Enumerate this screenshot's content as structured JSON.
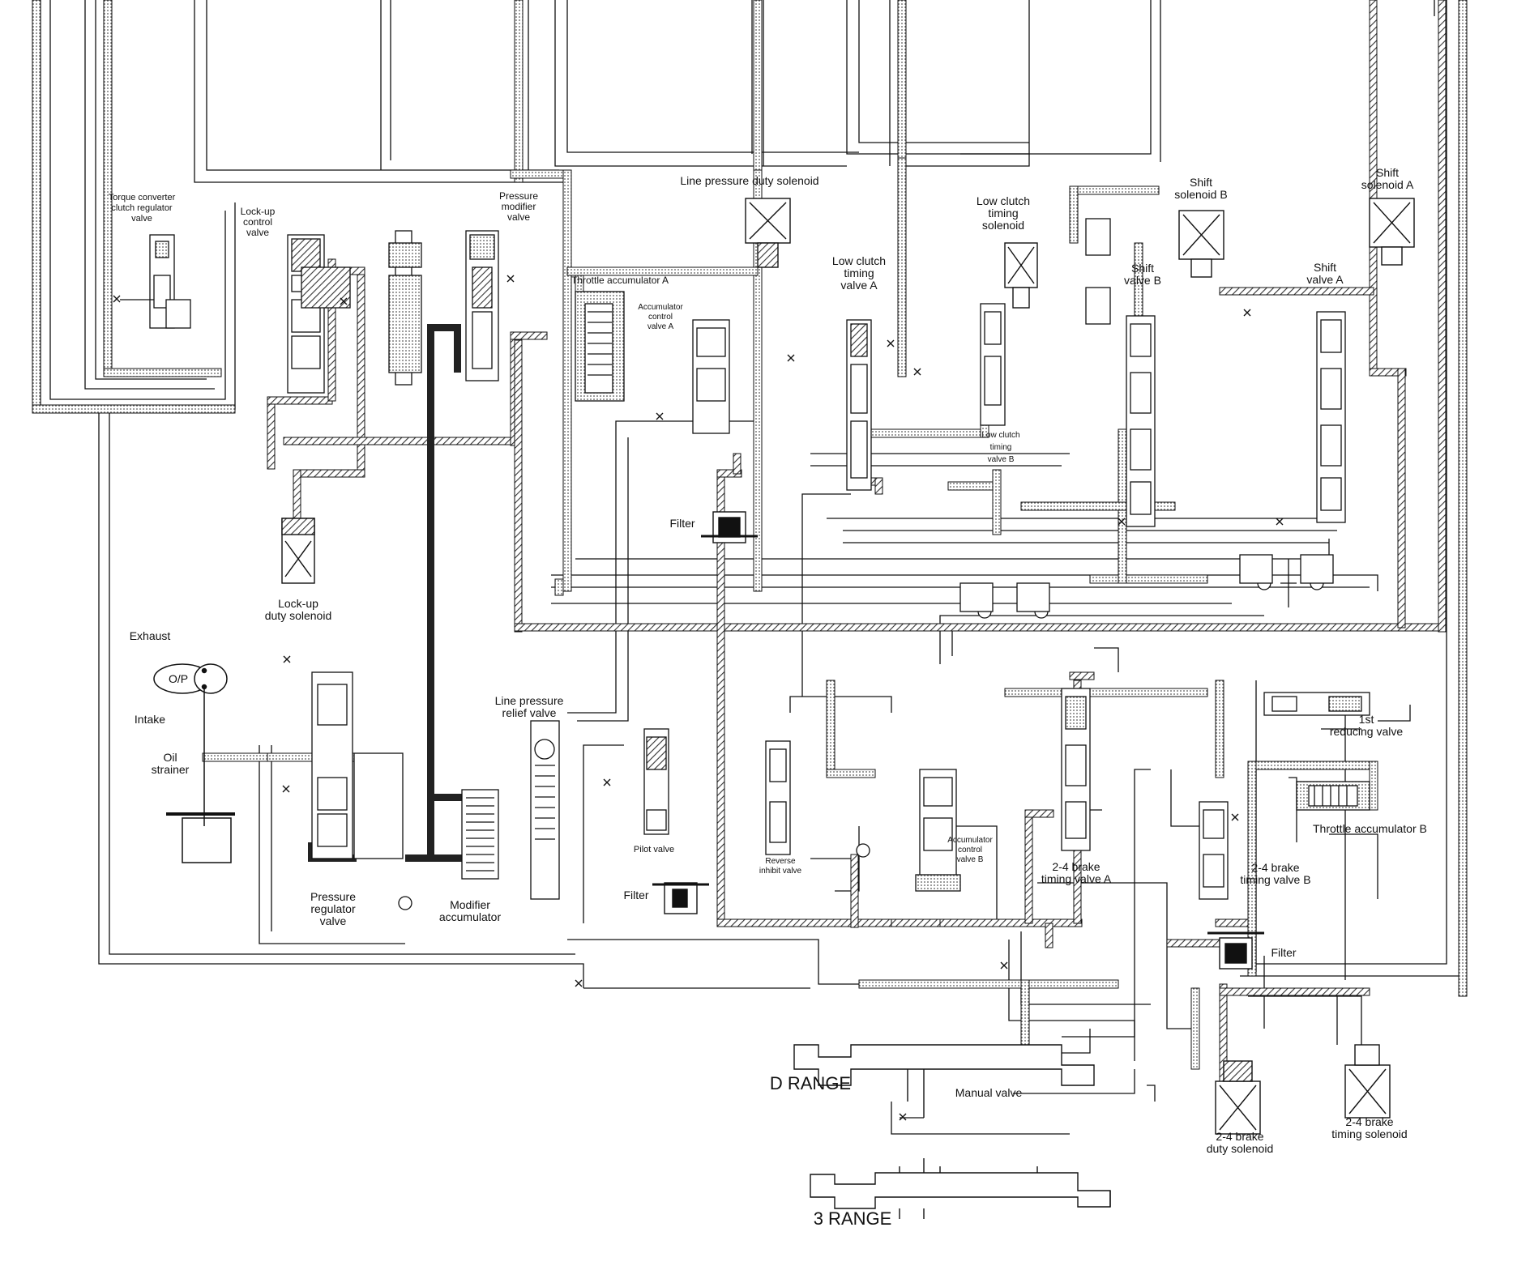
{
  "diagram": {
    "range_labels": {
      "d_range": "D RANGE",
      "three_range": "3 RANGE"
    },
    "oil_pump": {
      "pump": "O/P",
      "exhaust": "Exhaust",
      "intake": "Intake",
      "strainer": [
        "Oil",
        "strainer"
      ]
    },
    "labels": {
      "tcc_regulator": [
        "Torque converter",
        "clutch regulator",
        "valve"
      ],
      "lockup_control": [
        "Lock-up",
        "control",
        "valve"
      ],
      "pressure_modifier": [
        "Pressure",
        "modifier",
        "valve"
      ],
      "line_pressure_duty": "Line pressure duty solenoid",
      "throttle_acc_a": "Throttle accumulator A",
      "acc_control_a": [
        "Accumulator",
        "control",
        "valve A"
      ],
      "low_clutch_timing_a": [
        "Low clutch",
        "timing",
        "valve A"
      ],
      "low_clutch_timing_sol": [
        "Low clutch",
        "timing",
        "solenoid"
      ],
      "low_clutch_timing_b": [
        "Low clutch",
        "timing",
        "valve B"
      ],
      "shift_sol_b": [
        "Shift",
        "solenoid B"
      ],
      "shift_valve_b": [
        "Shift",
        "valve B"
      ],
      "shift_valve_a": [
        "Shift",
        "valve A"
      ],
      "shift_sol_a": [
        "Shift",
        "solenoid A"
      ],
      "filter_1": "Filter",
      "filter_2": "Filter",
      "filter_3": "Filter",
      "lockup_duty": [
        "Lock-up",
        "duty solenoid"
      ],
      "line_relief": [
        "Line pressure",
        "relief valve"
      ],
      "pilot_valve": "Pilot valve",
      "reverse_inhibit": [
        "Reverse",
        "inhibit valve"
      ],
      "pressure_regulator": [
        "Pressure",
        "regulator",
        "valve"
      ],
      "modifier_acc": [
        "Modifier",
        "accumulator"
      ],
      "acc_control_b": [
        "Accumulator",
        "control",
        "valve B"
      ],
      "brake_timing_a": [
        "2-4 brake",
        "timing valve A"
      ],
      "first_reducing": [
        "1st",
        "reducing valve"
      ],
      "throttle_acc_b": "Throttle accumulator B",
      "brake_timing_b": [
        "2-4 brake",
        "timing valve B"
      ],
      "manual_valve": "Manual valve",
      "brake_duty_sol": [
        "2-4 brake",
        "duty solenoid"
      ],
      "brake_timing_sol": [
        "2-4 brake",
        "timing solenoid"
      ]
    },
    "colors": {
      "ink": "#111111",
      "line_pressure_fill": "#777777",
      "heavy": "#222222"
    }
  }
}
